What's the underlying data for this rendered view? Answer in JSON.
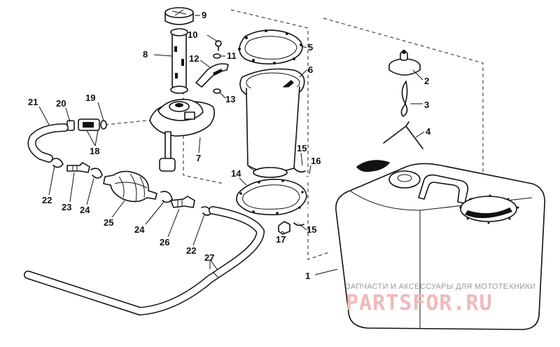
{
  "parts": {
    "p1": "1",
    "p2": "2",
    "p3": "3",
    "p4": "4",
    "p5": "5",
    "p6": "6",
    "p7": "7",
    "p8": "8",
    "p9": "9",
    "p10": "10",
    "p11": "11",
    "p12": "12",
    "p13": "13",
    "p14": "14",
    "p15a": "15",
    "p15b": "15",
    "p16": "16",
    "p17": "17",
    "p18": "18",
    "p19": "19",
    "p20": "20",
    "p21": "21",
    "p22a": "22",
    "p22b": "22",
    "p23": "23",
    "p24a": "24",
    "p24b": "24",
    "p25": "25",
    "p26": "26",
    "p27": "27"
  },
  "watermark": {
    "caption": "ЗАПЧАСТИ И АКСЕССУАРЫ ДЛЯ МОТОТЕХНИКИ",
    "brand": "PARTSFOR.RU"
  }
}
